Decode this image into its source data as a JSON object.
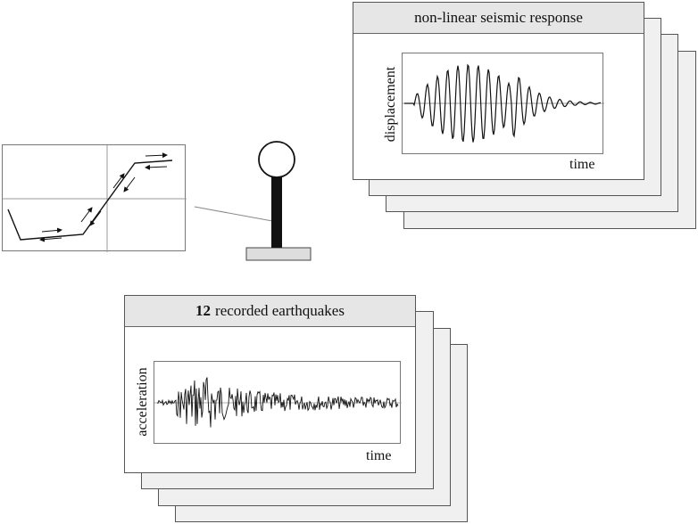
{
  "response_stack": {
    "title": "non-linear seismic response",
    "y_label": "displacement",
    "x_label": "time"
  },
  "earthquake_stack": {
    "count": "12",
    "title": "recorded earthquakes",
    "y_label": "acceleration",
    "x_label": "time"
  },
  "colors": {
    "stroke": "#111111",
    "header_fill": "#e6e6e6",
    "back_card_fill": "#f0f0f0",
    "base_fill": "#dddddd"
  }
}
